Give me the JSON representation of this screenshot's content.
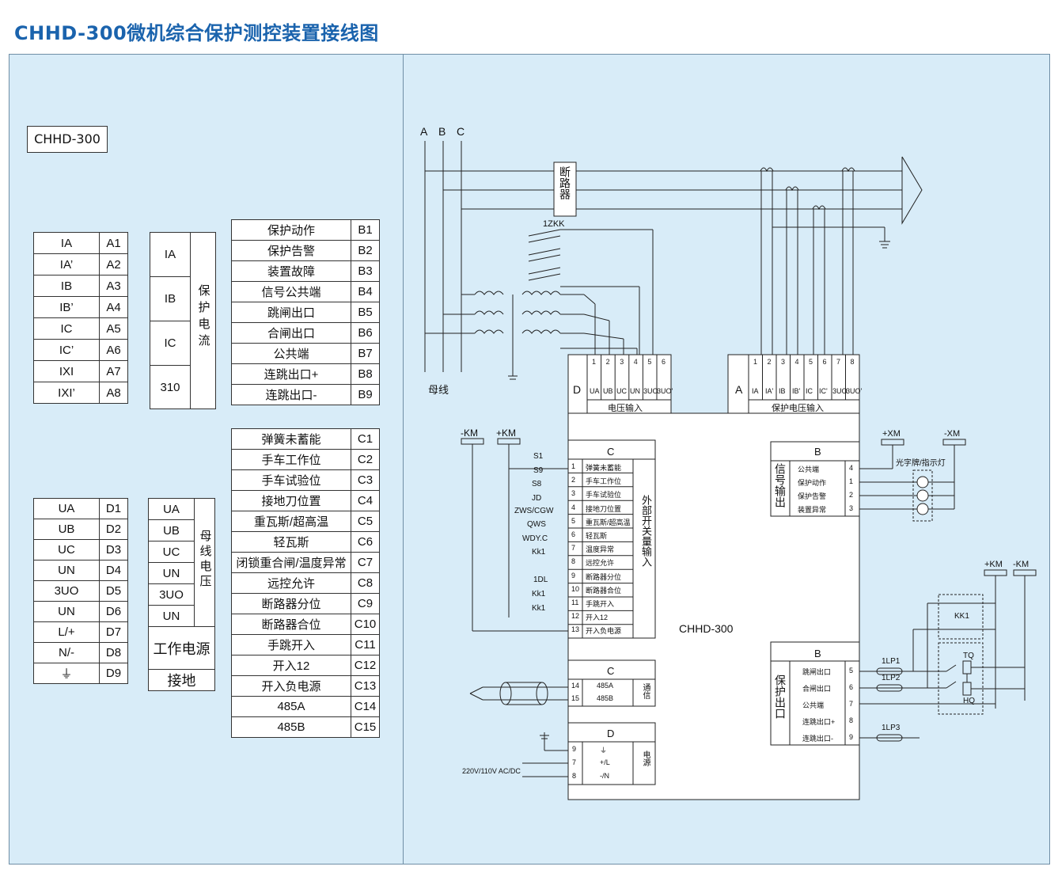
{
  "title": "CHHD-300微机综合保护测控装置接线图",
  "model_label": "CHHD-300",
  "table_a": [
    {
      "name": "IA",
      "code": "A1"
    },
    {
      "name": "IA’",
      "code": "A2"
    },
    {
      "name": "IB",
      "code": "A3"
    },
    {
      "name": "IB’",
      "code": "A4"
    },
    {
      "name": "IC",
      "code": "A5"
    },
    {
      "name": "IC’",
      "code": "A6"
    },
    {
      "name": "IXI",
      "code": "A7"
    },
    {
      "name": "IXI’",
      "code": "A8"
    }
  ],
  "current_group": {
    "items": [
      "IA",
      "IB",
      "IC",
      "310"
    ],
    "label": "保护电流"
  },
  "table_b": [
    {
      "name": "保护动作",
      "code": "B1"
    },
    {
      "name": "保护告警",
      "code": "B2"
    },
    {
      "name": "装置故障",
      "code": "B3"
    },
    {
      "name": "信号公共端",
      "code": "B4"
    },
    {
      "name": "跳闸出口",
      "code": "B5"
    },
    {
      "name": "合闸出口",
      "code": "B6"
    },
    {
      "name": "公共端",
      "code": "B7"
    },
    {
      "name": "连跳出口+",
      "code": "B8"
    },
    {
      "name": "连跳出口-",
      "code": "B9"
    }
  ],
  "table_c": [
    {
      "name": "弹簧未蓄能",
      "code": "C1"
    },
    {
      "name": "手车工作位",
      "code": "C2"
    },
    {
      "name": "手车试验位",
      "code": "C3"
    },
    {
      "name": "接地刀位置",
      "code": "C4"
    },
    {
      "name": "重瓦斯/超高温",
      "code": "C5"
    },
    {
      "name": "轻瓦斯",
      "code": "C6"
    },
    {
      "name": "闭锁重合闸/温度异常",
      "code": "C7"
    },
    {
      "name": "远控允许",
      "code": "C8"
    },
    {
      "name": "断路器分位",
      "code": "C9"
    },
    {
      "name": "断路器合位",
      "code": "C10"
    },
    {
      "name": "手跳开入",
      "code": "C11"
    },
    {
      "name": "开入12",
      "code": "C12"
    },
    {
      "name": "开入负电源",
      "code": "C13"
    },
    {
      "name": "485A",
      "code": "C14"
    },
    {
      "name": "485B",
      "code": "C15"
    }
  ],
  "table_d": [
    {
      "name": "UA",
      "code": "D1"
    },
    {
      "name": "UB",
      "code": "D2"
    },
    {
      "name": "UC",
      "code": "D3"
    },
    {
      "name": "UN",
      "code": "D4"
    },
    {
      "name": "3UO",
      "code": "D5"
    },
    {
      "name": "UN",
      "code": "D6"
    },
    {
      "name": "L/+",
      "code": "D7"
    },
    {
      "name": "N/-",
      "code": "D8"
    },
    {
      "name": "⏚",
      "code": "D9"
    }
  ],
  "voltage_group": {
    "items": [
      "UA",
      "UB",
      "UC",
      "UN",
      "3UO",
      "UN"
    ],
    "label": "母线电压",
    "power": "工作电源",
    "ground": "接地"
  },
  "diagram": {
    "phases": [
      "A",
      "B",
      "C"
    ],
    "breaker": "断路器",
    "zkk": "1ZKK",
    "busbar": "母线",
    "model": "CHHD-300",
    "d_block": {
      "letter": "D",
      "terms": [
        "UA",
        "UB",
        "UC",
        "UN",
        "3UO",
        "3UO'"
      ],
      "label": "电压输入"
    },
    "a_block": {
      "letter": "A",
      "terms": [
        "IA",
        "IA'",
        "IB",
        "IB'",
        "IC",
        "IC'",
        "3UO",
        "3UO'"
      ],
      "label": "保护电压输入"
    },
    "km_neg": "-KM",
    "km_pos": "+KM",
    "contacts": [
      "S1",
      "S9",
      "S8",
      "JD",
      "ZWS/CGW",
      "QWS",
      "WDY.C",
      "Kk1",
      "1DL",
      "Kk1",
      "Kk1"
    ],
    "c_inputs": {
      "letter": "C",
      "label": "外部开关量输入",
      "rows": [
        {
          "n": "1",
          "t": "弹簧未蓄能"
        },
        {
          "n": "2",
          "t": "手车工作位"
        },
        {
          "n": "3",
          "t": "手车试验位"
        },
        {
          "n": "4",
          "t": "接地刀位置"
        },
        {
          "n": "5",
          "t": "重瓦斯/超高温"
        },
        {
          "n": "6",
          "t": "轻瓦斯"
        },
        {
          "n": "7",
          "t": "温度异常"
        },
        {
          "n": "8",
          "t": "远控允许"
        },
        {
          "n": "9",
          "t": "断路器分位"
        },
        {
          "n": "10",
          "t": "断路器合位"
        },
        {
          "n": "11",
          "t": "手跳开入"
        },
        {
          "n": "12",
          "t": "开入12"
        },
        {
          "n": "13",
          "t": "开入负电源"
        }
      ]
    },
    "c_comm": {
      "letter": "C",
      "label": "通信",
      "rows": [
        {
          "n": "14",
          "t": "485A"
        },
        {
          "n": "15",
          "t": "485B"
        }
      ]
    },
    "d_power": {
      "letter": "D",
      "label": "电源",
      "rows": [
        {
          "n": "9",
          "t": "⏚"
        },
        {
          "n": "7",
          "t": "+/L"
        },
        {
          "n": "8",
          "t": "-/N"
        }
      ],
      "supply": "220V/110V AC/DC"
    },
    "b_signal": {
      "letter": "B",
      "label": "信号输出",
      "rows": [
        {
          "n": "4",
          "t": "公共端"
        },
        {
          "n": "1",
          "t": "保护动作"
        },
        {
          "n": "2",
          "t": "保护告警"
        },
        {
          "n": "3",
          "t": "装置异常"
        }
      ]
    },
    "xm_pos": "+XM",
    "xm_neg": "-XM",
    "lamps": "光字牌/指示灯",
    "b_out": {
      "letter": "B",
      "label": "保护出口",
      "rows": [
        {
          "n": "5",
          "t": "跳闸出口"
        },
        {
          "n": "6",
          "t": "合闸出口"
        },
        {
          "n": "7",
          "t": "公共端"
        },
        {
          "n": "8",
          "t": "连跳出口+"
        },
        {
          "n": "9",
          "t": "连跳出口-"
        }
      ]
    },
    "km2_pos": "+KM",
    "km2_neg": "-KM",
    "kk1": "KK1",
    "lp": [
      "1LP1",
      "1LP2",
      "1LP3"
    ],
    "tq": "TQ",
    "hq": "HQ"
  }
}
